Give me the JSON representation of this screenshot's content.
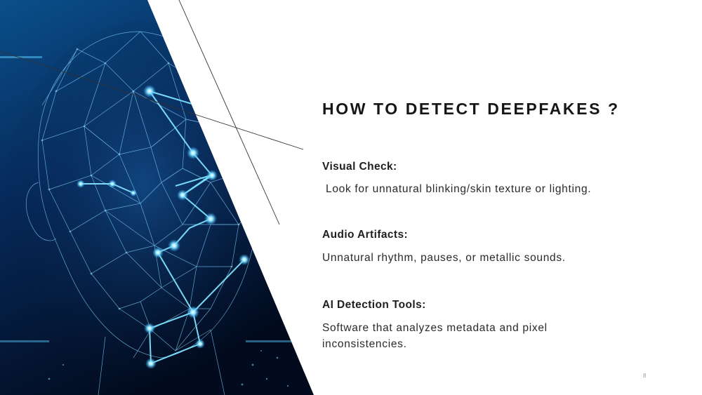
{
  "slide": {
    "title": "HOW TO DETECT DEEPFAKES ?",
    "sections": [
      {
        "heading": "Visual Check:",
        "text": " Look for unnatural blinking/skin texture or lighting."
      },
      {
        "heading": "Audio Artifacts:",
        "text": "Unnatural rhythm, pauses, or metallic sounds."
      },
      {
        "heading": "AI Detection Tools:",
        "text": "Software that analyzes metadata and pixel inconsistencies."
      }
    ],
    "page_number": "8"
  },
  "colors": {
    "background": "#ffffff",
    "image_dark_blue": "#041a3a",
    "image_glow": "#5fd4ff",
    "text": "#1a1a1a"
  },
  "icons": {
    "hero_image": "wireframe-face-illustration"
  }
}
